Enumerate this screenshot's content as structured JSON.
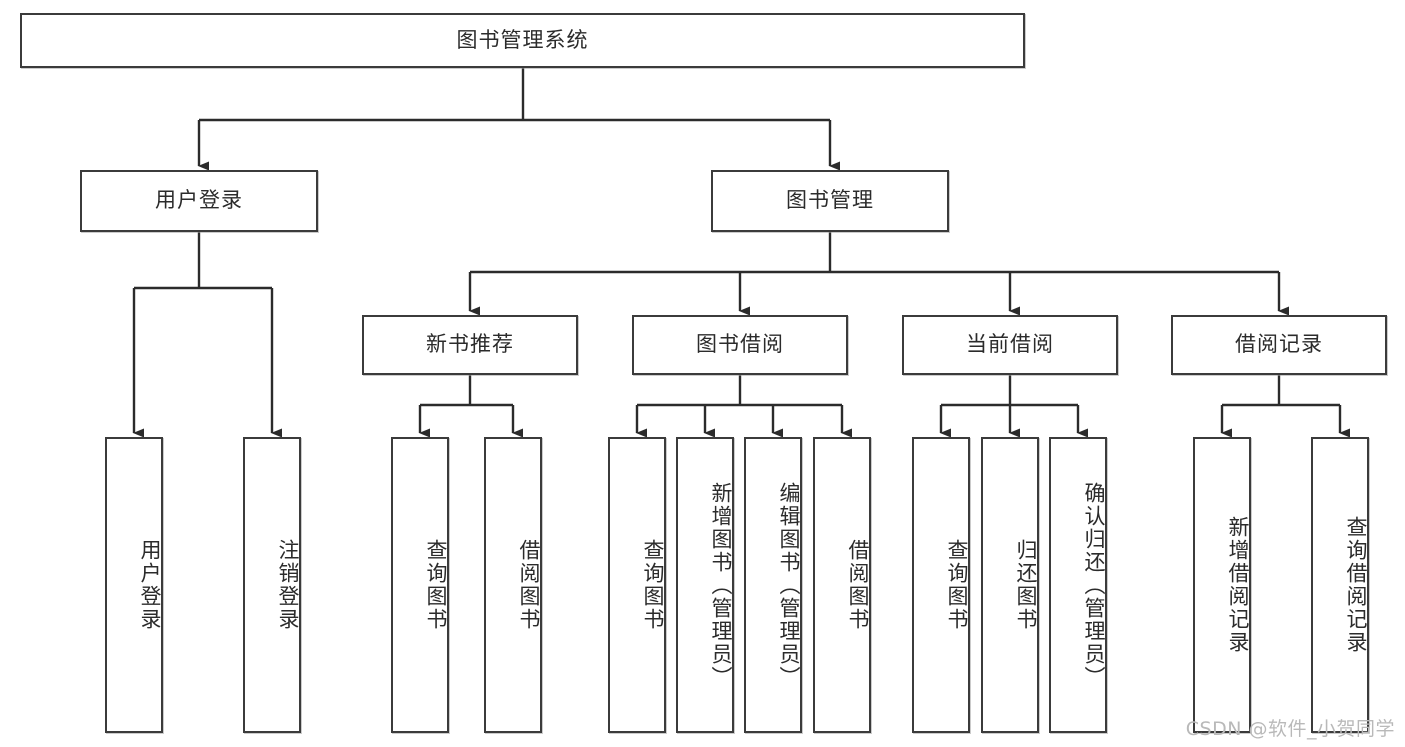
{
  "diagram": {
    "title": "图书管理系统",
    "type": "tree",
    "colors": {
      "box_border": "#3b3b3b",
      "box_fill": "#ffffff",
      "text": "#2b2b2b",
      "connector": "#2b2b2b",
      "watermark": "#b9b9b9",
      "background": "#ffffff"
    },
    "root": {
      "label": "图书管理系统"
    },
    "level2": [
      {
        "label": "用户登录"
      },
      {
        "label": "图书管理"
      }
    ],
    "level3": [
      {
        "label": "新书推荐"
      },
      {
        "label": "图书借阅"
      },
      {
        "label": "当前借阅"
      },
      {
        "label": "借阅记录"
      }
    ],
    "leaves": {
      "user_login": [
        {
          "label": "用户登录"
        },
        {
          "label": "注销登录"
        }
      ],
      "new_book_recommend": [
        {
          "label": "查询图书"
        },
        {
          "label": "借阅图书"
        }
      ],
      "book_borrow": [
        {
          "label": "查询图书"
        },
        {
          "label": "新增图书（管理员）"
        },
        {
          "label": "编辑图书（管理员）"
        },
        {
          "label": "借阅图书"
        }
      ],
      "current_borrow": [
        {
          "label": "查询图书"
        },
        {
          "label": "归还图书"
        },
        {
          "label": "确认归还（管理员）"
        }
      ],
      "borrow_record": [
        {
          "label": "新增借阅记录"
        },
        {
          "label": "查询借阅记录"
        }
      ]
    }
  },
  "watermark": {
    "text": "CSDN @软件_小贺同学"
  }
}
